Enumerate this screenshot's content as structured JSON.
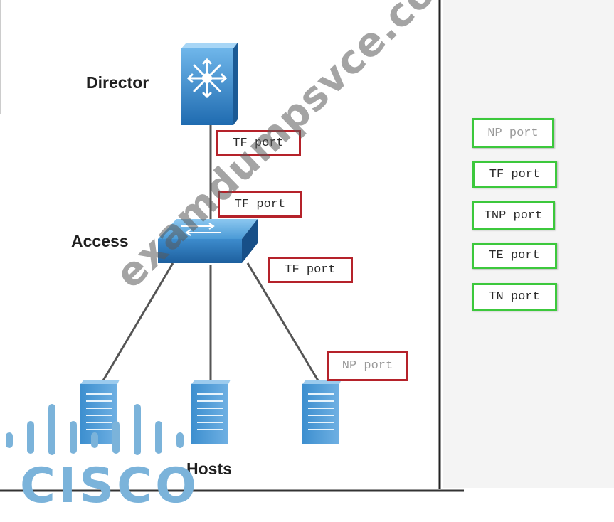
{
  "labels": {
    "director": "Director",
    "access": "Access",
    "hosts": "Hosts"
  },
  "diagram_ports": [
    {
      "label": "TF port"
    },
    {
      "label": "TF port"
    },
    {
      "label": "TF port"
    },
    {
      "label": "NP port"
    }
  ],
  "answer_options": [
    {
      "label": "NP port"
    },
    {
      "label": "TF port"
    },
    {
      "label": "TNP port"
    },
    {
      "label": "TE port"
    },
    {
      "label": "TN port"
    }
  ],
  "watermark": "examdumpsvce.com",
  "logo": {
    "text": "CISCO"
  },
  "colors": {
    "diagram_port_border": "#b5222a",
    "option_border": "#3cc83c",
    "device_blue": "#2f7fc1",
    "logo_blue": "#7bb3da"
  }
}
